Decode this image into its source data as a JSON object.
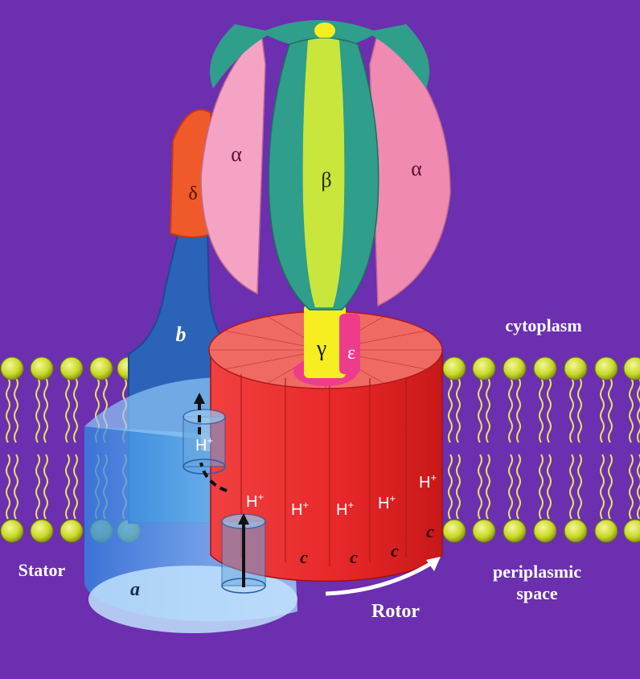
{
  "colors": {
    "background": "#6b2fb0",
    "alpha": "#f4a3c4",
    "beta_green": "#c8e63c",
    "beta_teal": "#2f9e8a",
    "delta": "#f05a2a",
    "b_subunit": "#2a63b8",
    "a_subunit": "#4fa6ef",
    "rotor": "#e8282a",
    "gamma": "#f6ee20",
    "epsilon": "#ee3c8c",
    "lipid_head": "#d8e830"
  },
  "subunits": {
    "alpha_left": "α",
    "beta": "β",
    "alpha_right": "α",
    "delta": "δ",
    "b": "b",
    "gamma": "γ",
    "epsilon": "ε",
    "a": "a",
    "c": "c",
    "proton": "H",
    "proton_charge": "+"
  },
  "labels": {
    "cytoplasm": "cytoplasm",
    "stator": "Stator",
    "periplasmic_line1": "periplasmic",
    "periplasmic_line2": "space",
    "rotor": "Rotor"
  }
}
